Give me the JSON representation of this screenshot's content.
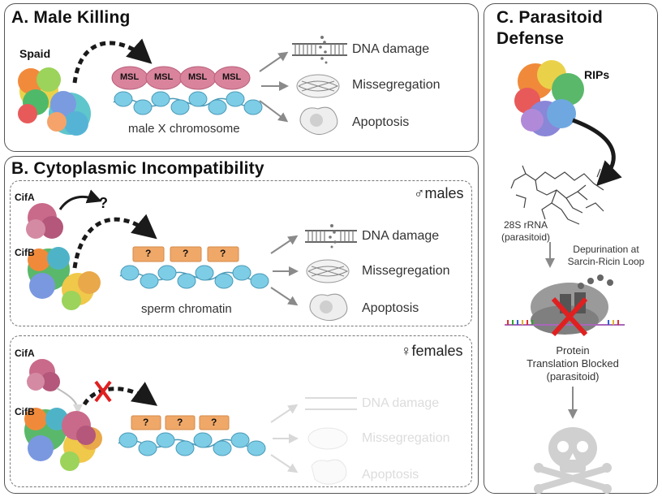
{
  "panelA": {
    "title": "A. Male Killing",
    "protein_label": "Spaid",
    "msl_label": "MSL",
    "chromosome_label": "male X chromosome",
    "outcomes": [
      "DNA damage",
      "Missegregation",
      "Apoptosis"
    ]
  },
  "panelB": {
    "title": "B. Cytoplasmic Incompatibility",
    "males": {
      "sex_label": "♂males",
      "cifA_label": "CifA",
      "cifB_label": "CifB",
      "question": "?",
      "box_label": "?",
      "chromatin_label": "sperm chromatin",
      "outcomes": [
        "DNA damage",
        "Missegregation",
        "Apoptosis"
      ]
    },
    "females": {
      "sex_label": "♀females",
      "cifA_label": "CifA",
      "cifB_label": "CifB",
      "box_label": "?",
      "outcomes": [
        "DNA damage",
        "Missegregation",
        "Apoptosis"
      ]
    }
  },
  "panelC": {
    "title_line1": "C. Parasitoid",
    "title_line2": "Defense",
    "protein_label": "RIPs",
    "rrna_line1": "28S rRNA",
    "rrna_line2": "(parasitoid)",
    "depurination_line1": "Depurination at",
    "depurination_line2": "Sarcin-Ricin Loop",
    "protein_line1": "Protein",
    "protein_line2": "Translation Blocked",
    "protein_line3": "(parasitoid)"
  },
  "colors": {
    "msl_fill": "#d9839c",
    "nucleosome": "#7ecde6",
    "question_box": "#f0a868",
    "red_x": "#e02020",
    "border": "#555555"
  }
}
